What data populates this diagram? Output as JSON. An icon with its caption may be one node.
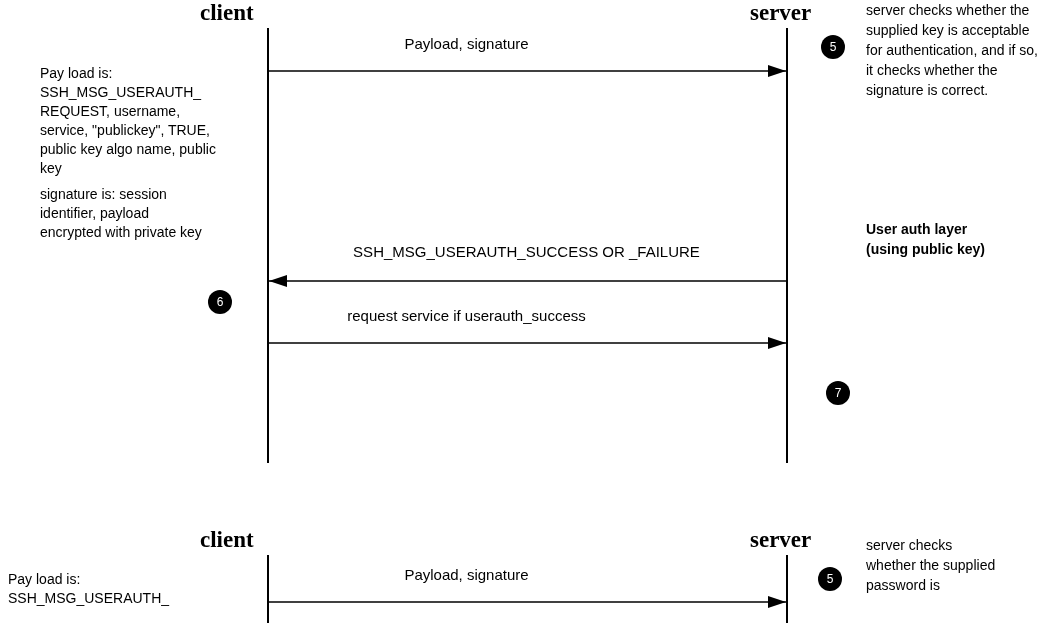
{
  "diagram": {
    "nodes": [
      {
        "text": [],
        "shape": "bar"
      },
      {
        "text": [],
        "shape": "bar"
      },
      {
        "text": [
          "5"
        ]
      },
      {
        "text": [
          "6"
        ]
      },
      {
        "text": [
          "7"
        ]
      },
      {
        "text": [],
        "shape": "bar"
      },
      {
        "text": [],
        "shape": "bar"
      },
      {
        "text": [
          "5"
        ]
      }
    ],
    "edges": [
      {
        "from": 0,
        "to": 1,
        "arrow": "to",
        "label": "Payload, signature"
      },
      {
        "from": 1,
        "to": 0,
        "arrow": "to",
        "label": "SSH_MSG_USERAUTH_SUCCESS OR _FAILURE"
      },
      {
        "from": 0,
        "to": 1,
        "arrow": "to",
        "label": "request service if userauth_success"
      },
      {
        "from": 5,
        "to": 6,
        "arrow": "to",
        "label": "Payload, signature"
      }
    ],
    "labels": [
      "client",
      "server",
      "server checks whether the supplied key is acceptable for authentication, and if so, it checks whether the signature is correct.",
      "Pay load is: SSH_MSG_USERAUTH_ REQUEST, username, service, \"publickey\", TRUE, public key algo name, public key",
      "signature is: session identifier, payload encrypted with private key",
      "User auth layer (using public key)",
      "client",
      "server",
      "server checks whether the supplied password is",
      "Pay load is: SSH_MSG_USERAUTH_"
    ]
  }
}
